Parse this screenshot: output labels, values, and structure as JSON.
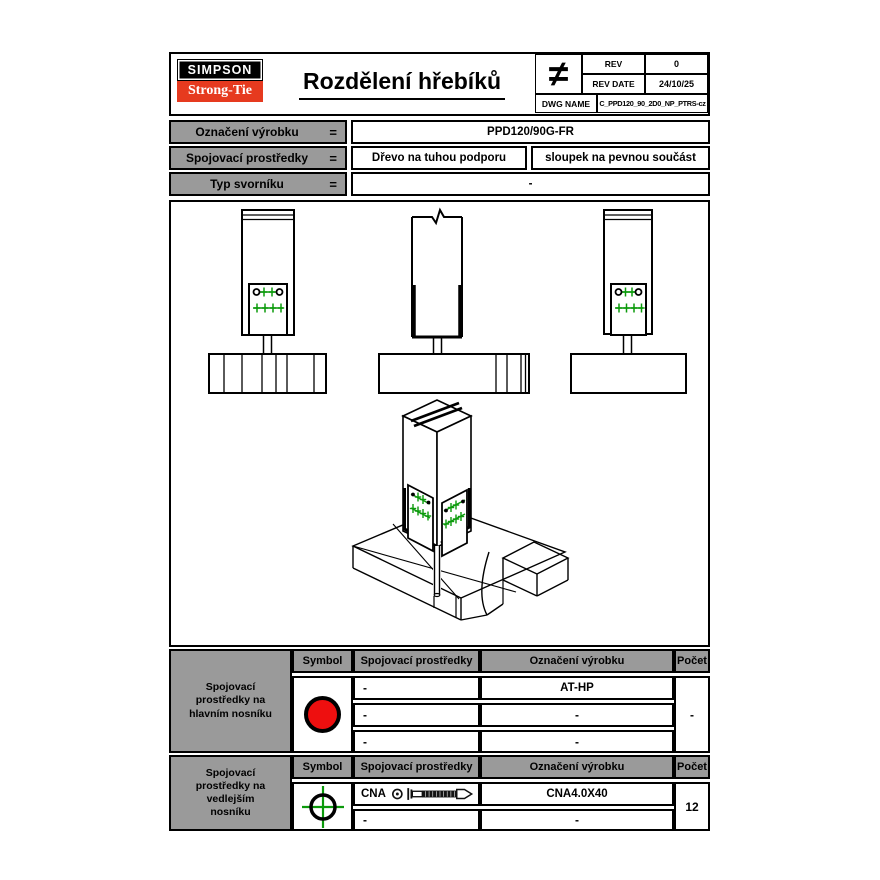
{
  "logo": {
    "simpson": "SIMPSON",
    "strongtie": "Strong-Tie"
  },
  "header": {
    "title": "Rozdělení hřebíků",
    "neq_symbol": "≠",
    "rev_label": "REV",
    "rev_value": "0",
    "rev_date_label": "REV DATE",
    "rev_date_value": "24/10/25",
    "dwg_label": "DWG NAME",
    "dwg_value": "C_PPD120_90_2D0_NP_PTRS-cz"
  },
  "info": {
    "rows": [
      {
        "label": "Označení výrobku",
        "eq": "=",
        "values": [
          "PPD120/90G-FR"
        ]
      },
      {
        "label": "Spojovací prostředky",
        "eq": "=",
        "values": [
          "Dřevo na tuhou podporu",
          "sloupek na pevnou součást"
        ]
      },
      {
        "label": "Typ svorníku",
        "eq": "=",
        "values": [
          "-"
        ]
      }
    ]
  },
  "tables": [
    {
      "row_label": "Spojovací prostředky na hlavním nosníku",
      "headers": [
        "Symbol",
        "Spojovací prostředky",
        "Označení výrobku",
        "Počet"
      ],
      "symbol_icon": "red-circle-icon",
      "rows": [
        {
          "fastener": "-",
          "product": "AT-HP"
        },
        {
          "fastener": "-",
          "product": "-"
        },
        {
          "fastener": "-",
          "product": "-"
        }
      ],
      "count": "-"
    },
    {
      "row_label": "Spojovací prostředky na vedlejším nosníku",
      "headers": [
        "Symbol",
        "Spojovací prostředky",
        "Označení výrobku",
        "Počet"
      ],
      "symbol_icon": "crosshair-icon",
      "rows": [
        {
          "fastener": "CNA",
          "product": "CNA4.0X40"
        },
        {
          "fastener": "-",
          "product": "-"
        }
      ],
      "count": "12"
    }
  ],
  "drawing": {
    "views": [
      "front-view-main-member",
      "side-view-with-break",
      "front-view-secondary-member",
      "isometric-view"
    ],
    "fastener_marker": "green-cross-markers",
    "hole_marker": "black-circle-holes"
  },
  "colors": {
    "marker_green": "#0b9a0b",
    "symbol_red": "#ee0f0f",
    "logo_red": "#e63a1f",
    "table_grey": "#9a9a9a"
  }
}
